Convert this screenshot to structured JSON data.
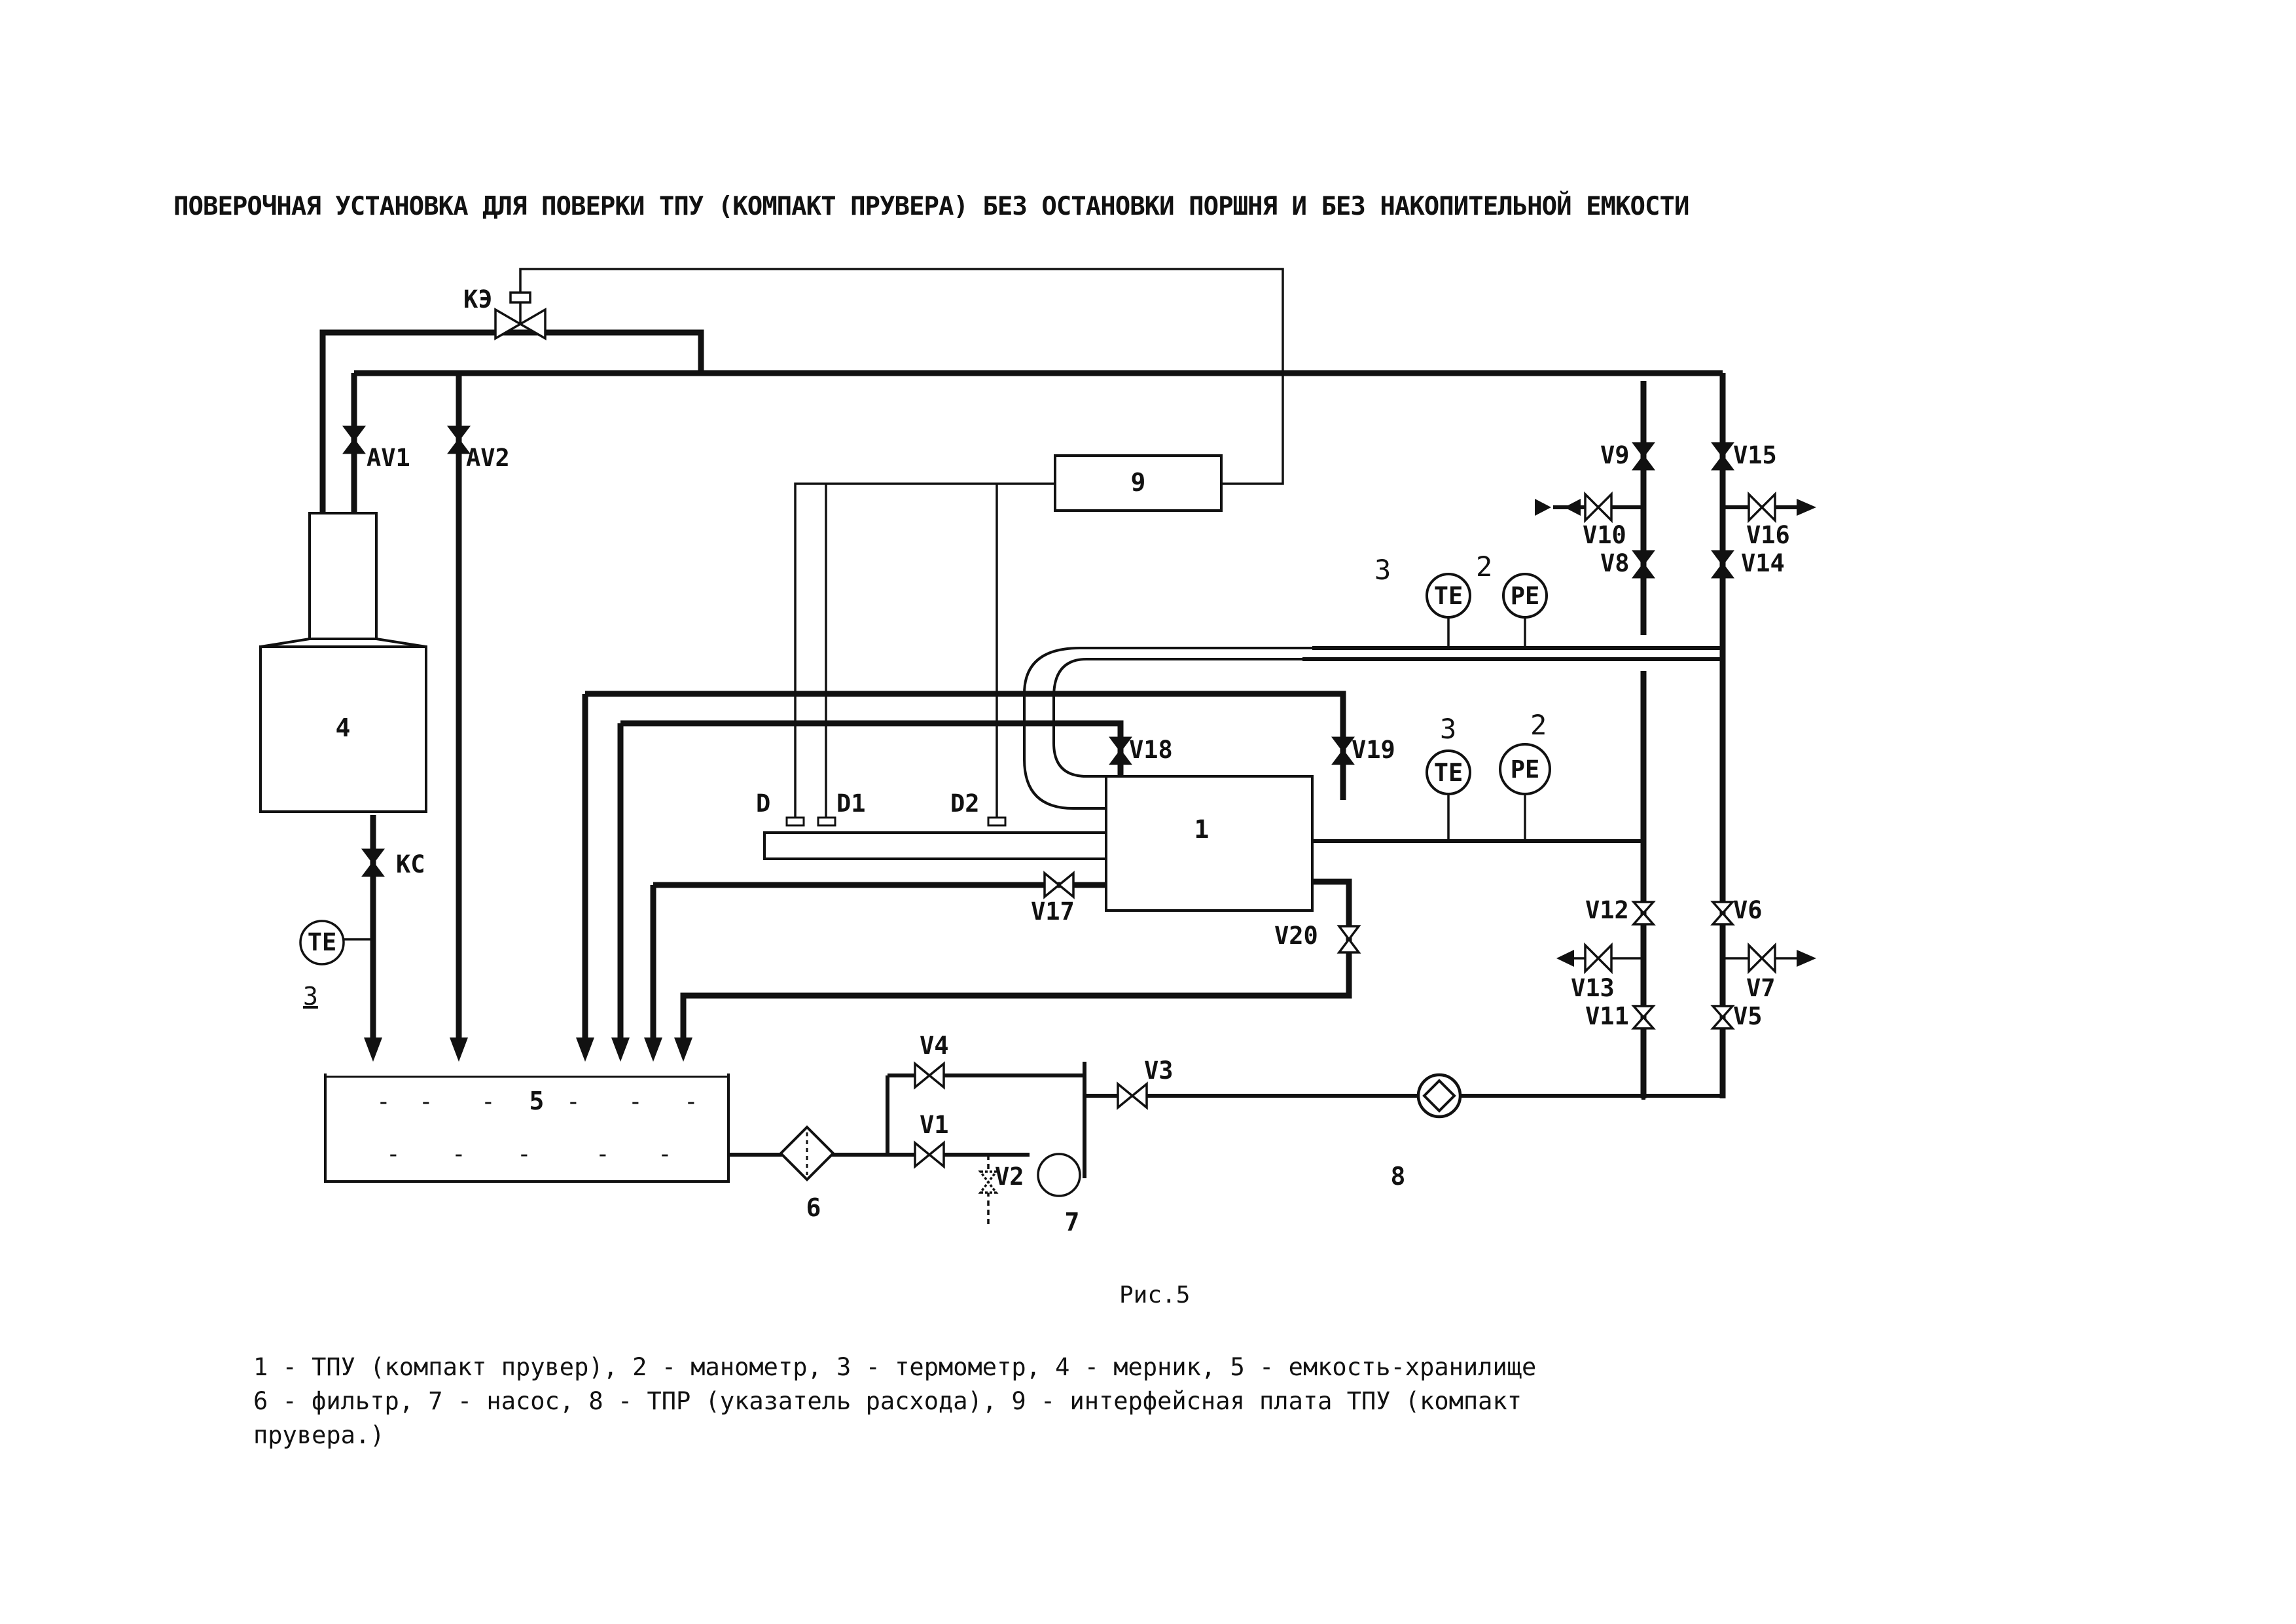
{
  "title": "ПОВЕРОЧНАЯ УСТАНОВКА ДЛЯ ПОВЕРКИ ТПУ (КОМПАКТ ПРУВЕРА) БЕЗ ОСТАНОВКИ ПОРШНЯ И БЕЗ НАКОПИТЕЛЬНОЙ ЕМКОСТИ",
  "caption": "Рис.5",
  "legend": {
    "line1": "1 - ТПУ (компакт прувер), 2 - манометр,  3 - термометр,  4 - мерник,  5 - емкость-хранилище",
    "line2": "6 - фильтр,  7 - насос,  8 - ТПР (указатель расхода),  9 - интерфейсная плата  ТПУ  (компакт",
    "line3": "прувера.)"
  },
  "components": {
    "prover": "1",
    "tank_measure": "4",
    "tank_storage": "5",
    "filter": "6",
    "pump": "7",
    "flowmeter": "8",
    "interface_board": "9"
  },
  "sensors": {
    "te": "TE",
    "pe": "PE",
    "gauge_ref": "2",
    "thermo_ref": "3"
  },
  "valves": {
    "ke": "КЭ",
    "kc": "КС",
    "av1": "AV1",
    "av2": "AV2",
    "v1": "V1",
    "v2": "V2",
    "v3": "V3",
    "v4": "V4",
    "v5": "V5",
    "v6": "V6",
    "v7": "V7",
    "v8": "V8",
    "v9": "V9",
    "v10": "V10",
    "v11": "V11",
    "v12": "V12",
    "v13": "V13",
    "v14": "V14",
    "v15": "V15",
    "v16": "V16",
    "v17": "V17",
    "v18": "V18",
    "v19": "V19",
    "v20": "V20"
  },
  "detectors": {
    "d": "D",
    "d1": "D1",
    "d2": "D2"
  },
  "tank_dash": "-"
}
